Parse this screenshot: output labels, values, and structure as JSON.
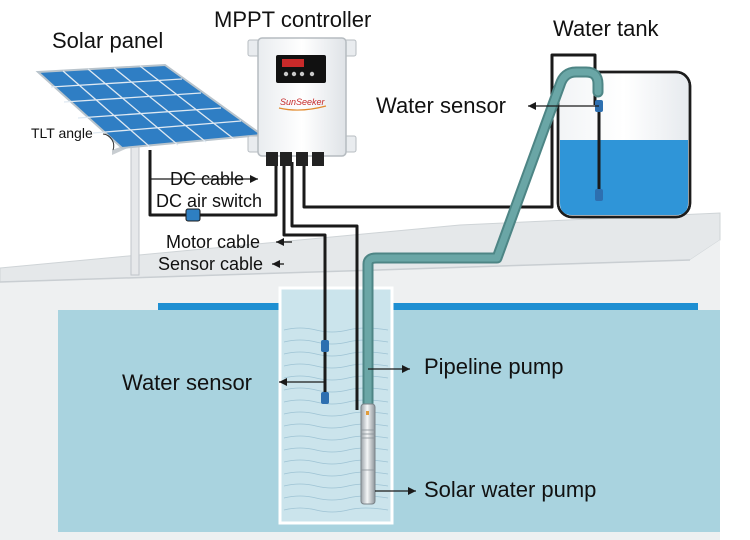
{
  "labels": {
    "solar_panel": "Solar panel",
    "mppt_controller": "MPPT controller",
    "water_tank": "Water tank",
    "water_sensor_tank": "Water sensor",
    "tilt_angle": "TLT angle",
    "dc_cable": "DC cable",
    "dc_air_switch": "DC air switch",
    "motor_cable": "Motor cable",
    "sensor_cable": "Sensor cable",
    "water_sensor_well": "Water sensor",
    "pipeline_pump": "Pipeline pump",
    "solar_water_pump": "Solar water pump"
  },
  "controller": {
    "brand": "SunSeeker"
  },
  "colors": {
    "water": "#a9d3df",
    "ground": "#e7eaec",
    "panel": "#2f7ec4",
    "pipe": "#5f9797",
    "cable": "#1a1a1a",
    "tank_water": "#2f95d8"
  }
}
